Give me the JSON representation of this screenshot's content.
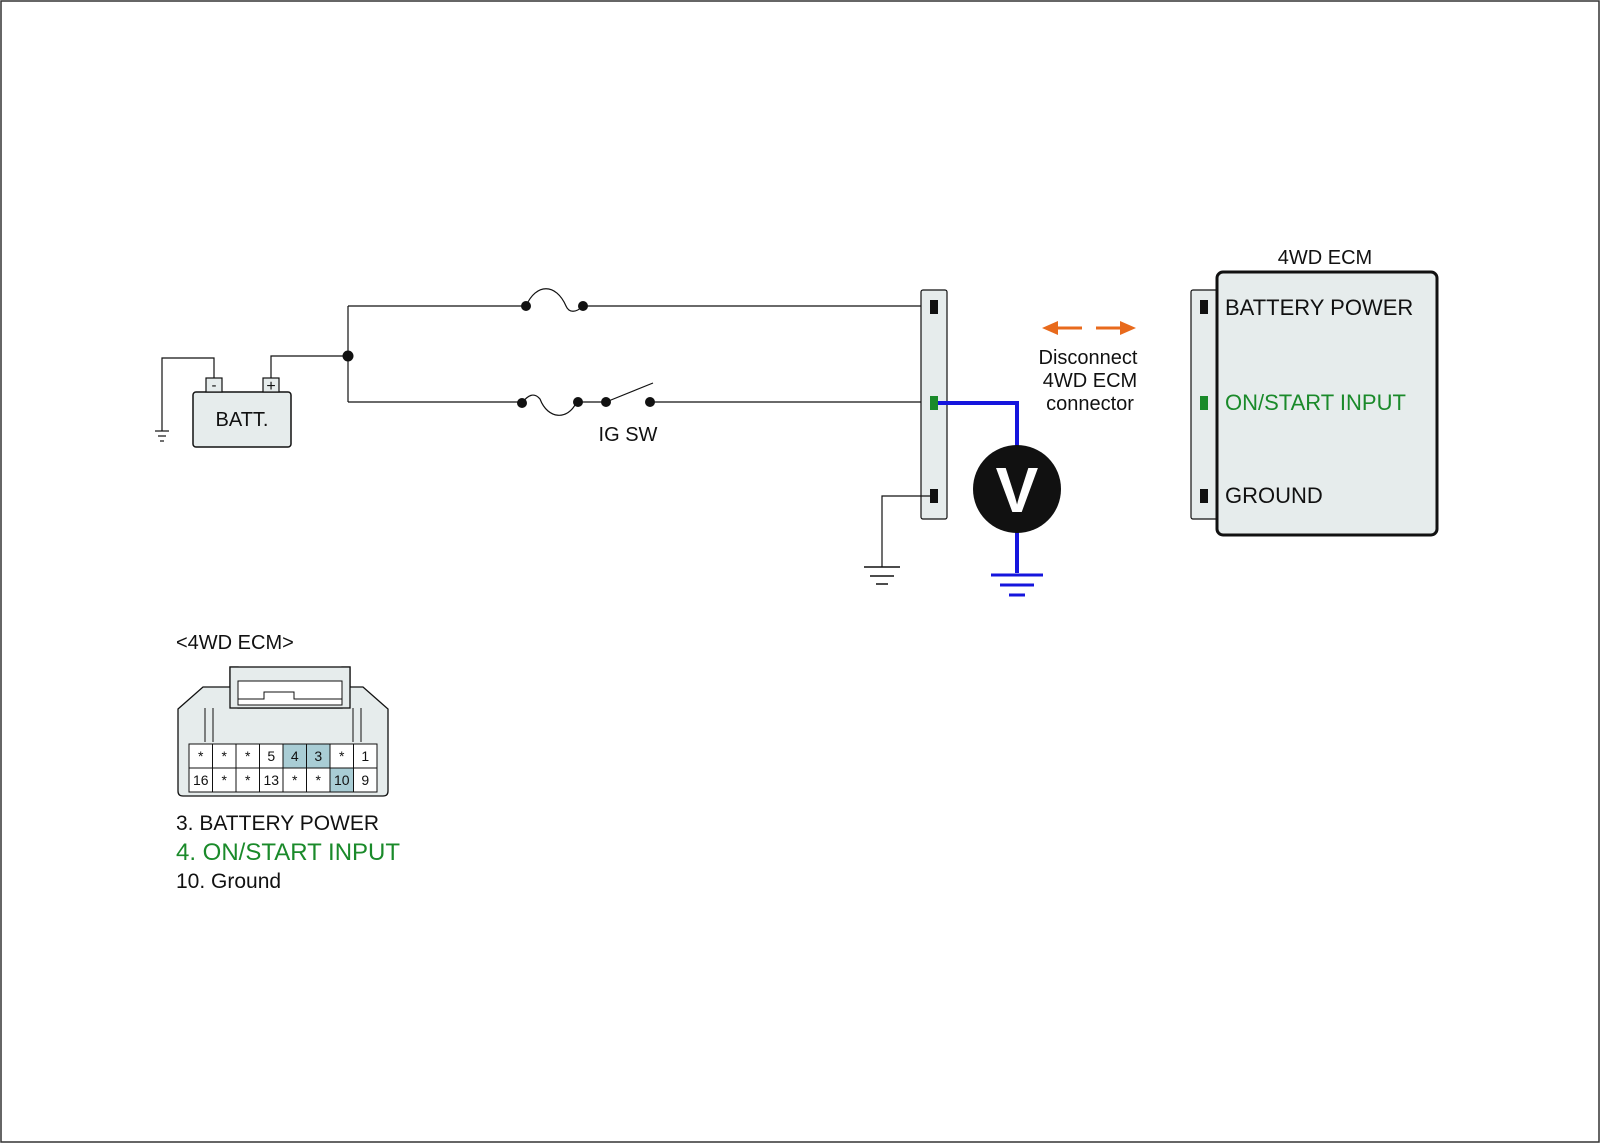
{
  "colors": {
    "wire": "#111111",
    "meter_wire": "#1515dd",
    "highlight_text": "#1a8a2a",
    "highlight_pin": "#1a8a2a",
    "arrow": "#e86a1c",
    "connector_fill": "#e6ecec",
    "pin_cell_highlight": "#a9cdd5"
  },
  "battery": {
    "label": "BATT.",
    "neg_symbol": "-",
    "pos_symbol": "+"
  },
  "switch": {
    "label": "IG SW"
  },
  "meter": {
    "label": "V",
    "icon": "voltmeter-icon"
  },
  "disconnect_note": {
    "lines": [
      "Disconnect",
      "4WD ECM",
      "connector"
    ]
  },
  "ecm_module": {
    "title": "4WD ECM",
    "terminals": [
      "BATTERY POWER",
      "ON/START INPUT",
      "GROUND"
    ]
  },
  "connector_view": {
    "title": "<4WD ECM>",
    "top_row": [
      "*",
      "*",
      "*",
      "5",
      "4",
      "3",
      "*",
      "1"
    ],
    "bottom_row": [
      "16",
      "*",
      "*",
      "13",
      "*",
      "*",
      "10",
      "9"
    ],
    "highlighted_pins": [
      "3",
      "4",
      "10"
    ]
  },
  "legend": [
    "3. BATTERY POWER",
    "4. ON/START INPUT",
    "10. Ground"
  ]
}
